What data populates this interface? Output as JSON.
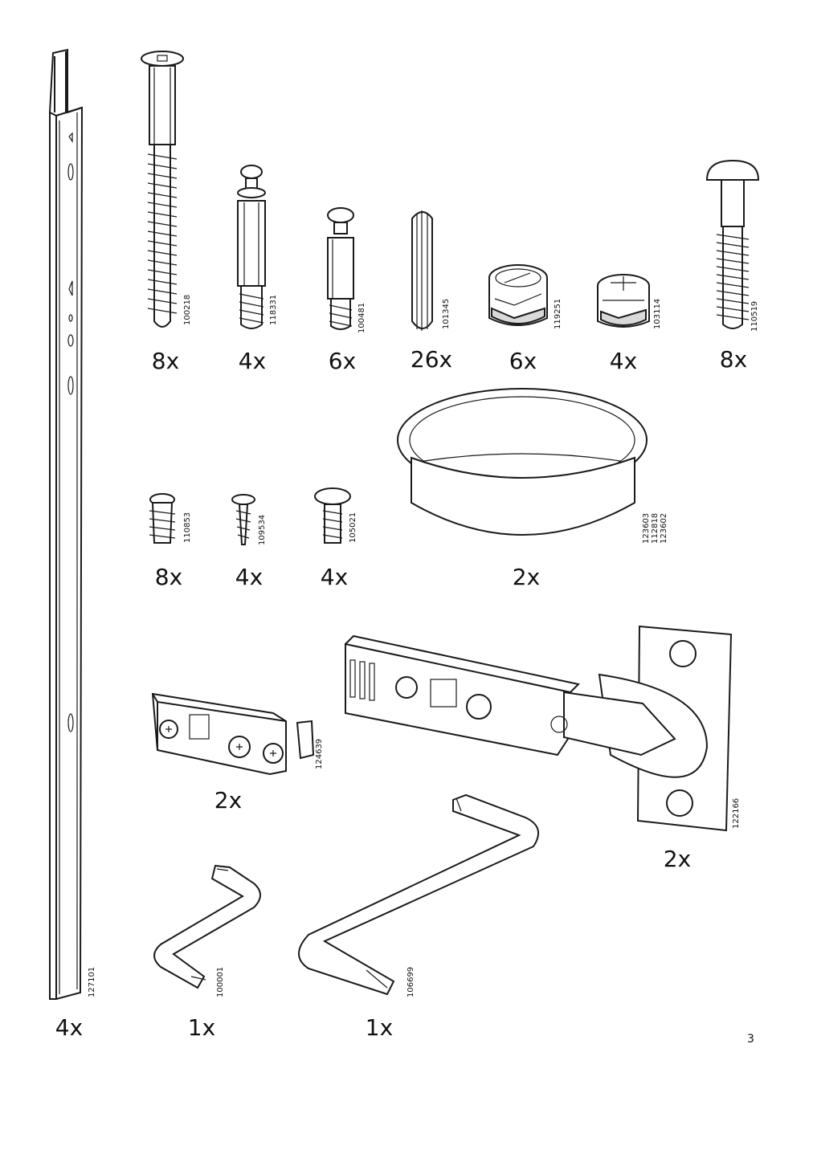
{
  "page": {
    "number": "3"
  },
  "parts": {
    "rail": {
      "qty": "4x",
      "code": "127101",
      "icon": "long-rail"
    },
    "cam_bolt": {
      "qty": "8x",
      "code": "100218",
      "icon": "cam-bolt-screw"
    },
    "connector": {
      "qty": "4x",
      "code": "118331",
      "icon": "connector-bolt"
    },
    "short_bolt": {
      "qty": "6x",
      "code": "100481",
      "icon": "cam-bolt-short"
    },
    "dowel": {
      "qty": "26x",
      "code": "101345",
      "icon": "wooden-dowel"
    },
    "cam_lock_a": {
      "qty": "6x",
      "code": "119251",
      "icon": "cam-lock"
    },
    "cam_lock_b": {
      "qty": "4x",
      "code": "103114",
      "icon": "cam-lock-small"
    },
    "dome_screw": {
      "qty": "8x",
      "code": "110519",
      "icon": "dome-head-screw"
    },
    "insert": {
      "qty": "8x",
      "code": "110853",
      "icon": "threaded-insert"
    },
    "wood_screw": {
      "qty": "4x",
      "code": "109534",
      "icon": "wood-screw"
    },
    "machine_screw": {
      "qty": "4x",
      "code": "105021",
      "icon": "machine-screw"
    },
    "grommet": {
      "qty": "2x",
      "codes": [
        "123603",
        "112818",
        "123602"
      ],
      "icon": "cable-grommet"
    },
    "drawer_clip": {
      "qty": "2x",
      "code": "124639",
      "icon": "drawer-clip"
    },
    "hinge": {
      "qty": "2x",
      "code": "122166",
      "icon": "cabinet-hinge"
    },
    "allen_key": {
      "qty": "1x",
      "code": "100001",
      "icon": "allen-key"
    },
    "screwdriver": {
      "qty": "1x",
      "code": "106699",
      "icon": "flat-screwdriver-key"
    }
  }
}
